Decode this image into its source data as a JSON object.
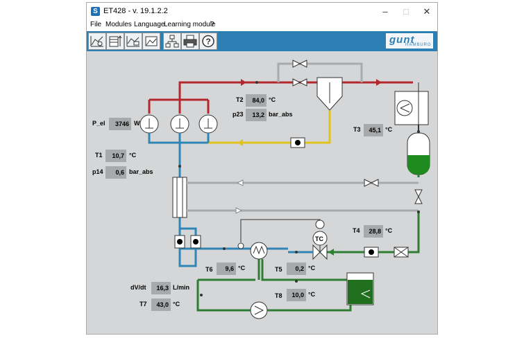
{
  "window": {
    "title": "ET428 - v. 19.1.2.2",
    "app_icon": "S"
  },
  "controls": {
    "minimize": "–",
    "maximize": "□",
    "close": "✕"
  },
  "menu": [
    "File",
    "Modules",
    "Language",
    "Learning module",
    "?"
  ],
  "toolbar": {
    "buttons": [
      "chart-icon",
      "table-icon",
      "diagram-icon",
      "image-icon",
      "network-icon",
      "printer-icon",
      "help-icon"
    ],
    "logo": "gunt",
    "logo_sub": "HAMBURG"
  },
  "colors": {
    "hot": "#b3272d",
    "cold": "#2f86b6",
    "liquid": "#e2c21e",
    "water": "#2e7d32",
    "grey": "#a8abad",
    "box": "#a7a9ab"
  },
  "measurements": {
    "T2": {
      "label": "T2",
      "value": "84,0",
      "unit": "°C"
    },
    "p23": {
      "label": "p23",
      "value": "13,2",
      "unit": "bar_abs"
    },
    "P_el": {
      "label": "P_el",
      "value": "3746",
      "unit": "W"
    },
    "T3": {
      "label": "T3",
      "value": "45,1",
      "unit": "°C"
    },
    "T1": {
      "label": "T1",
      "value": "10,7",
      "unit": "°C"
    },
    "p14": {
      "label": "p14",
      "value": "0,6",
      "unit": "bar_abs"
    },
    "T4": {
      "label": "T4",
      "value": "28,8",
      "unit": "°C"
    },
    "T6": {
      "label": "T6",
      "value": "9,6",
      "unit": "°C"
    },
    "T5": {
      "label": "T5",
      "value": "0,2",
      "unit": "°C"
    },
    "dVdt": {
      "label": "dV/dt",
      "value": "16,3",
      "unit": "L/min"
    },
    "T7": {
      "label": "T7",
      "value": "43,0",
      "unit": "°C"
    },
    "T8": {
      "label": "T8",
      "value": "10,0",
      "unit": "°C"
    }
  },
  "tc_label": "TC"
}
